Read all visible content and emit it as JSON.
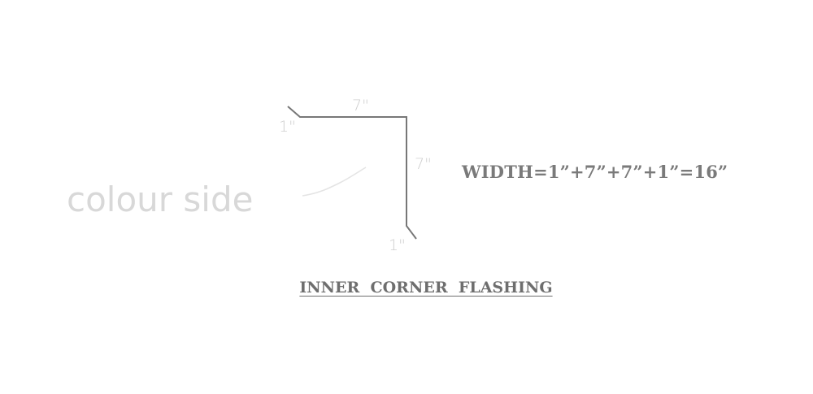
{
  "dimensions": {
    "top_length": "7\"",
    "right_length": "7\"",
    "left_hem": "1\"",
    "bottom_hem": "1\""
  },
  "colour_side_label": "colour side",
  "width_equation": "WIDTH=1”+7”+7”+1”=16”",
  "title": "INNER  CORNER  FLASHING",
  "colors": {
    "profile_line": "#777777",
    "dimension_text": "#cfcfcf",
    "label_text": "#7a7a7a"
  }
}
